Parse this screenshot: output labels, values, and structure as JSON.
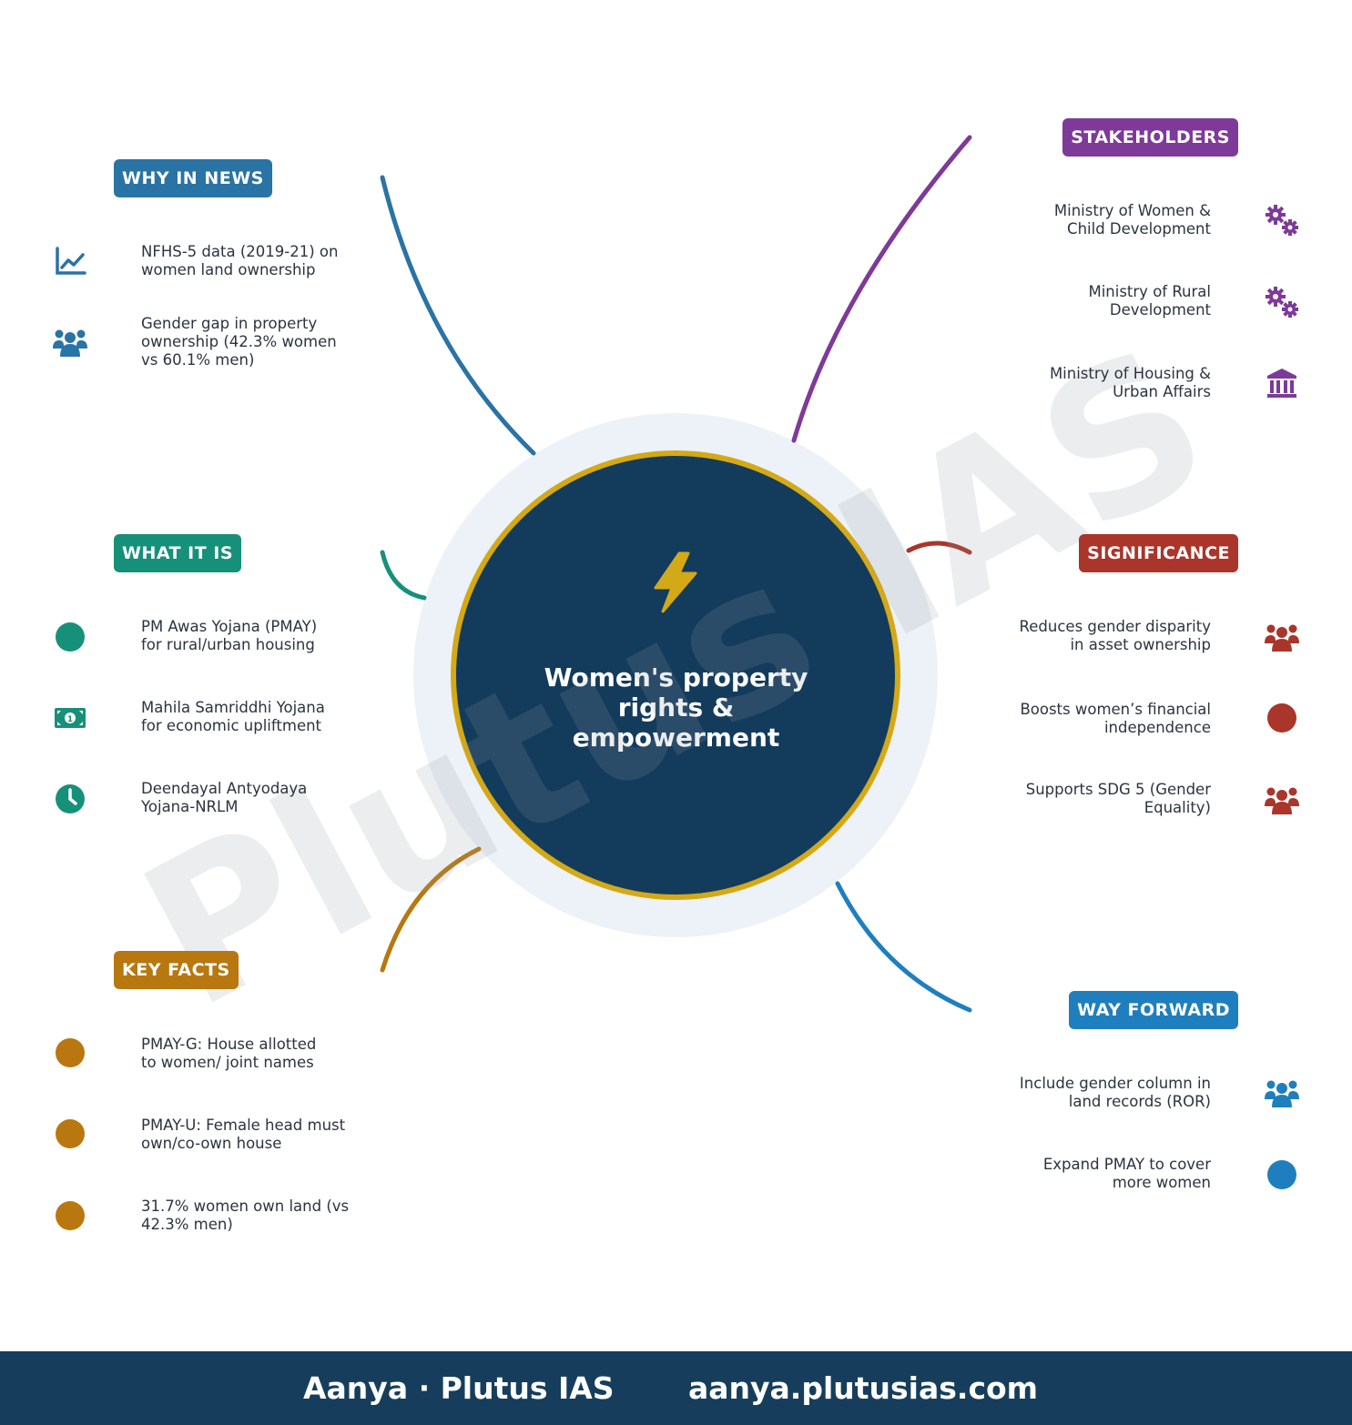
{
  "center": {
    "title": "Women's property\nrights &\nempowerment",
    "icon": "lightning-bolt-icon"
  },
  "watermark": "Plutus IAS",
  "colors": {
    "why": "#2a73a5",
    "what": "#17907a",
    "facts": "#b8770f",
    "stakeholders": "#7d3a98",
    "significance": "#a9352b",
    "way": "#1f7fbe",
    "center_fill": "#133b5c",
    "center_ring": "#d4a917",
    "halo": "#edf2f8",
    "footer": "#163e5c"
  },
  "branches": {
    "why": {
      "label": "WHY IN NEWS",
      "items": [
        {
          "text": "NFHS-5 data (2019-21) on\nwomen land ownership",
          "icon": "line-chart-icon"
        },
        {
          "text": "Gender gap in property\nownership (42.3% women\nvs 60.1% men)",
          "icon": "users-icon"
        }
      ]
    },
    "what": {
      "label": "WHAT IT IS",
      "items": [
        {
          "text": "PM Awas Yojana (PMAY)\nfor rural/urban housing",
          "icon": "circle-icon"
        },
        {
          "text": "Mahila Samriddhi Yojana\nfor economic upliftment",
          "icon": "money-bill-icon"
        },
        {
          "text": "Deendayal Antyodaya\nYojana-NRLM",
          "icon": "clock-icon"
        }
      ]
    },
    "facts": {
      "label": "KEY FACTS",
      "items": [
        {
          "text": "PMAY-G: House allotted\nto women/ joint names",
          "icon": "circle-icon"
        },
        {
          "text": "PMAY-U: Female head must\nown/co-own house",
          "icon": "circle-icon"
        },
        {
          "text": "31.7% women own land (vs\n42.3% men)",
          "icon": "circle-icon"
        }
      ]
    },
    "stakeholders": {
      "label": "STAKEHOLDERS",
      "items": [
        {
          "text": "Ministry of Women &\nChild Development",
          "icon": "gears-icon"
        },
        {
          "text": "Ministry of Rural\nDevelopment",
          "icon": "gears-icon"
        },
        {
          "text": "Ministry of Housing &\nUrban Affairs",
          "icon": "building-columns-icon"
        }
      ]
    },
    "significance": {
      "label": "SIGNIFICANCE",
      "items": [
        {
          "text": "Reduces gender disparity\nin asset ownership",
          "icon": "users-icon"
        },
        {
          "text": "Boosts women’s financial\nindependence",
          "icon": "circle-icon"
        },
        {
          "text": "Supports SDG 5 (Gender\nEquality)",
          "icon": "users-icon"
        }
      ]
    },
    "way": {
      "label": "WAY FORWARD",
      "items": [
        {
          "text": "Include gender column in\nland records (ROR)",
          "icon": "users-icon"
        },
        {
          "text": "Expand PMAY to cover\nmore women",
          "icon": "circle-icon"
        }
      ]
    }
  },
  "footer": {
    "left": "Aanya · Plutus IAS",
    "right": "aanya.plutusias.com"
  }
}
